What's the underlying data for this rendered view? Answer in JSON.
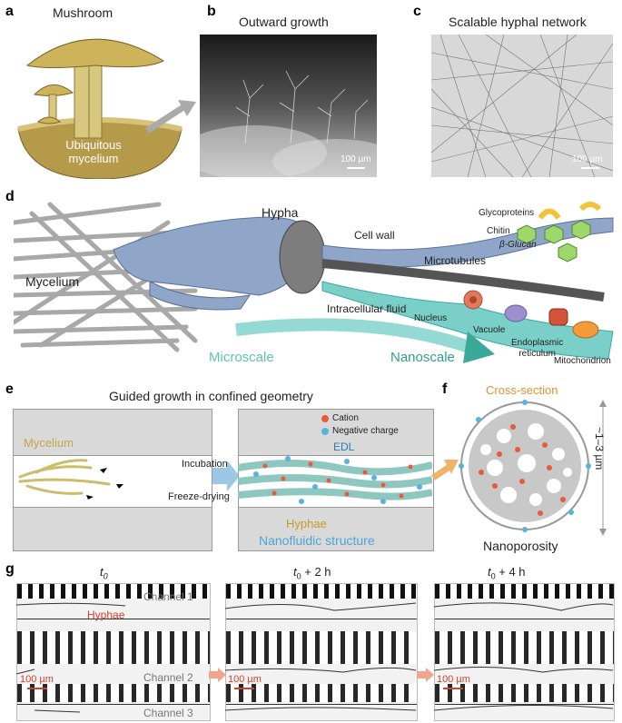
{
  "panels": {
    "a": {
      "letter": "a",
      "title": "Mushroom",
      "mycelium_label": "Ubiquitous\nmycelium"
    },
    "b": {
      "letter": "b",
      "title": "Outward growth",
      "scale": "100 µm"
    },
    "c": {
      "letter": "c",
      "title": "Scalable hyphal network",
      "scale": "100 µm"
    },
    "d": {
      "letter": "d",
      "mycelium": "Mycelium",
      "hypha": "Hypha",
      "cell_wall": "Cell wall",
      "glycoproteins": "Glycoproteins",
      "chitin": "Chitin",
      "glucan": "β-Glucan",
      "microtubules": "Microtubules",
      "intracellular_fluid": "Intracellular fluid",
      "nucleus": "Nucleus",
      "vacuole": "Vacuole",
      "er": "Endoplasmic\nreticulum",
      "mitochondrion": "Mitochondrion",
      "microscale": "Microscale",
      "nanoscale": "Nanoscale"
    },
    "e": {
      "letter": "e",
      "title": "Guided growth in confined geometry",
      "mycelium": "Mycelium",
      "incubation": "Incubation",
      "freeze_drying": "Freeze-drying",
      "cation": "Cation",
      "negative_charge": "Negative charge",
      "edl": "EDL",
      "hyphae": "Hyphae",
      "nanofluidic": "Nanofluidic structure"
    },
    "f": {
      "letter": "f",
      "cross_section": "Cross-section",
      "size": "~1–3 µm",
      "nanoporosity": "Nanoporosity"
    },
    "g": {
      "letter": "g",
      "t0": "t",
      "t0_sub": "0",
      "t2": "t",
      "t2_sub": "0",
      "t2_suffix": " + 2 h",
      "t4": "t",
      "t4_sub": "0",
      "t4_suffix": " + 4 h",
      "channel1": "Channel 1",
      "channel2": "Channel 2",
      "channel3": "Channel 3",
      "hyphae": "Hyphae",
      "scale": "100 µm"
    }
  },
  "colors": {
    "accent_teal": "#3aa99a",
    "orange": "#e59a3a",
    "blue": "#4aa6d6",
    "red": "#d6402b",
    "mycelium_yellow": "#c4a64a"
  }
}
